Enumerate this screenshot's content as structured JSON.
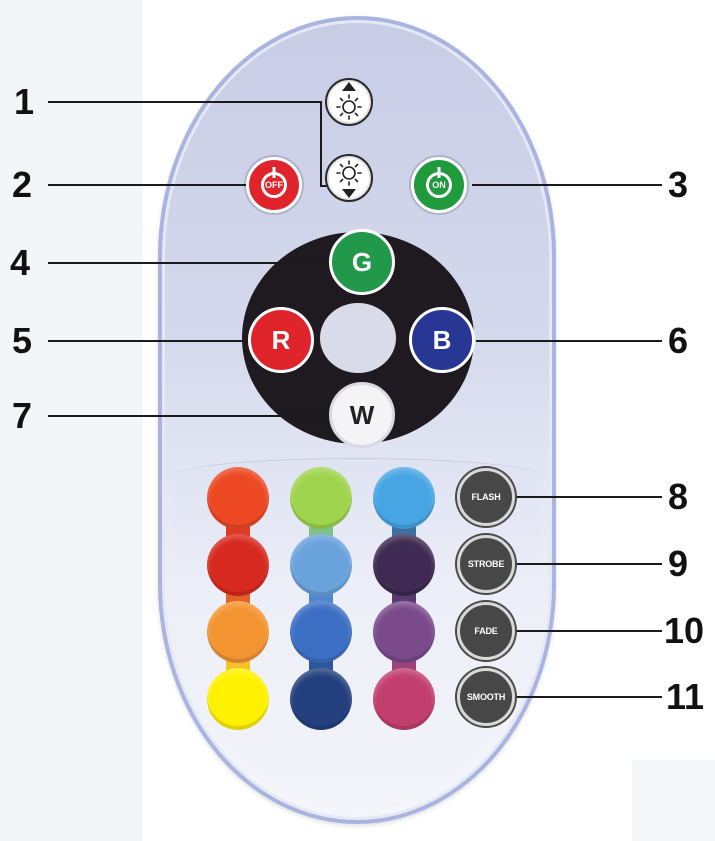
{
  "callouts": [
    "1",
    "2",
    "3",
    "4",
    "5",
    "6",
    "7",
    "8",
    "9",
    "10",
    "11"
  ],
  "buttons": {
    "off_label": "OFF",
    "on_label": "ON",
    "green_label": "G",
    "red_label": "R",
    "blue_label": "B",
    "white_label": "W",
    "flash_label": "FLASH",
    "strobe_label": "STROBE",
    "fade_label": "FADE",
    "smooth_label": "SMOOTH"
  },
  "colors": {
    "off": "#e0242b",
    "on": "#1f9a3d",
    "green": "#22994a",
    "red": "#e0242b",
    "blue": "#283694",
    "white": "#f4f4f6",
    "palette": [
      [
        "#ec4823",
        "#9fd44e",
        "#47a5e3"
      ],
      [
        "#d7291f",
        "#6aa3dc",
        "#3e2a52"
      ],
      [
        "#f39432",
        "#3c6fc4",
        "#7a4a8a"
      ],
      [
        "#fff100",
        "#233f7d",
        "#c13e6d"
      ]
    ]
  },
  "icons": [
    "sun-icon",
    "arrow-up-icon",
    "arrow-down-icon",
    "power-icon"
  ]
}
